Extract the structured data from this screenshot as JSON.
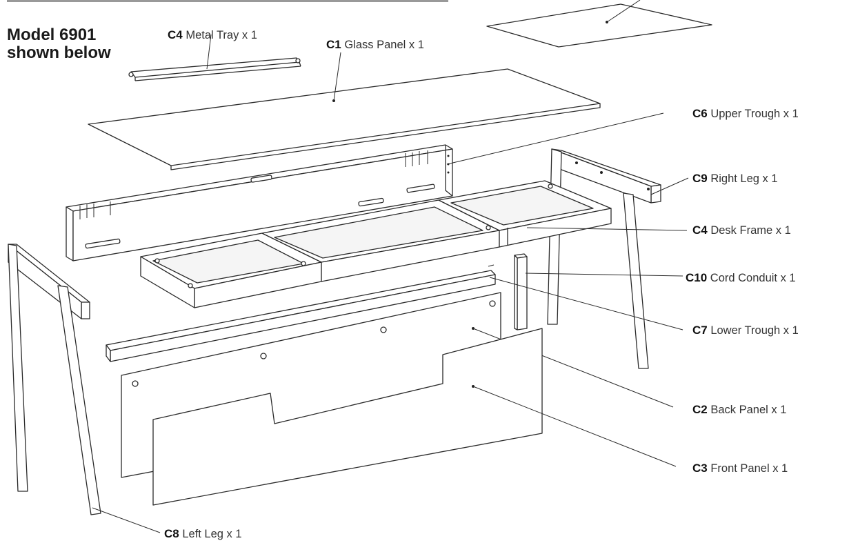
{
  "model": {
    "line1": "Model 6901",
    "line2": "shown below"
  },
  "parts": [
    {
      "id": "c4-tray",
      "code": "C4",
      "text": "Metal Tray x 1"
    },
    {
      "id": "c1",
      "code": "C1",
      "text": "Glass Panel x 1"
    },
    {
      "id": "c6",
      "code": "C6",
      "text": "Upper Trough x 1"
    },
    {
      "id": "c9",
      "code": "C9",
      "text": "Right Leg x 1"
    },
    {
      "id": "c4-frame",
      "code": "C4",
      "text": "Desk Frame x 1"
    },
    {
      "id": "c10",
      "code": "C10",
      "text": "Cord Conduit x 1"
    },
    {
      "id": "c7",
      "code": "C7",
      "text": "Lower Trough x 1"
    },
    {
      "id": "c2",
      "code": "C2",
      "text": "Back Panel x 1"
    },
    {
      "id": "c3",
      "code": "C3",
      "text": "Front Panel x 1"
    },
    {
      "id": "c8",
      "code": "C8",
      "text": "Left Leg x 1"
    }
  ]
}
